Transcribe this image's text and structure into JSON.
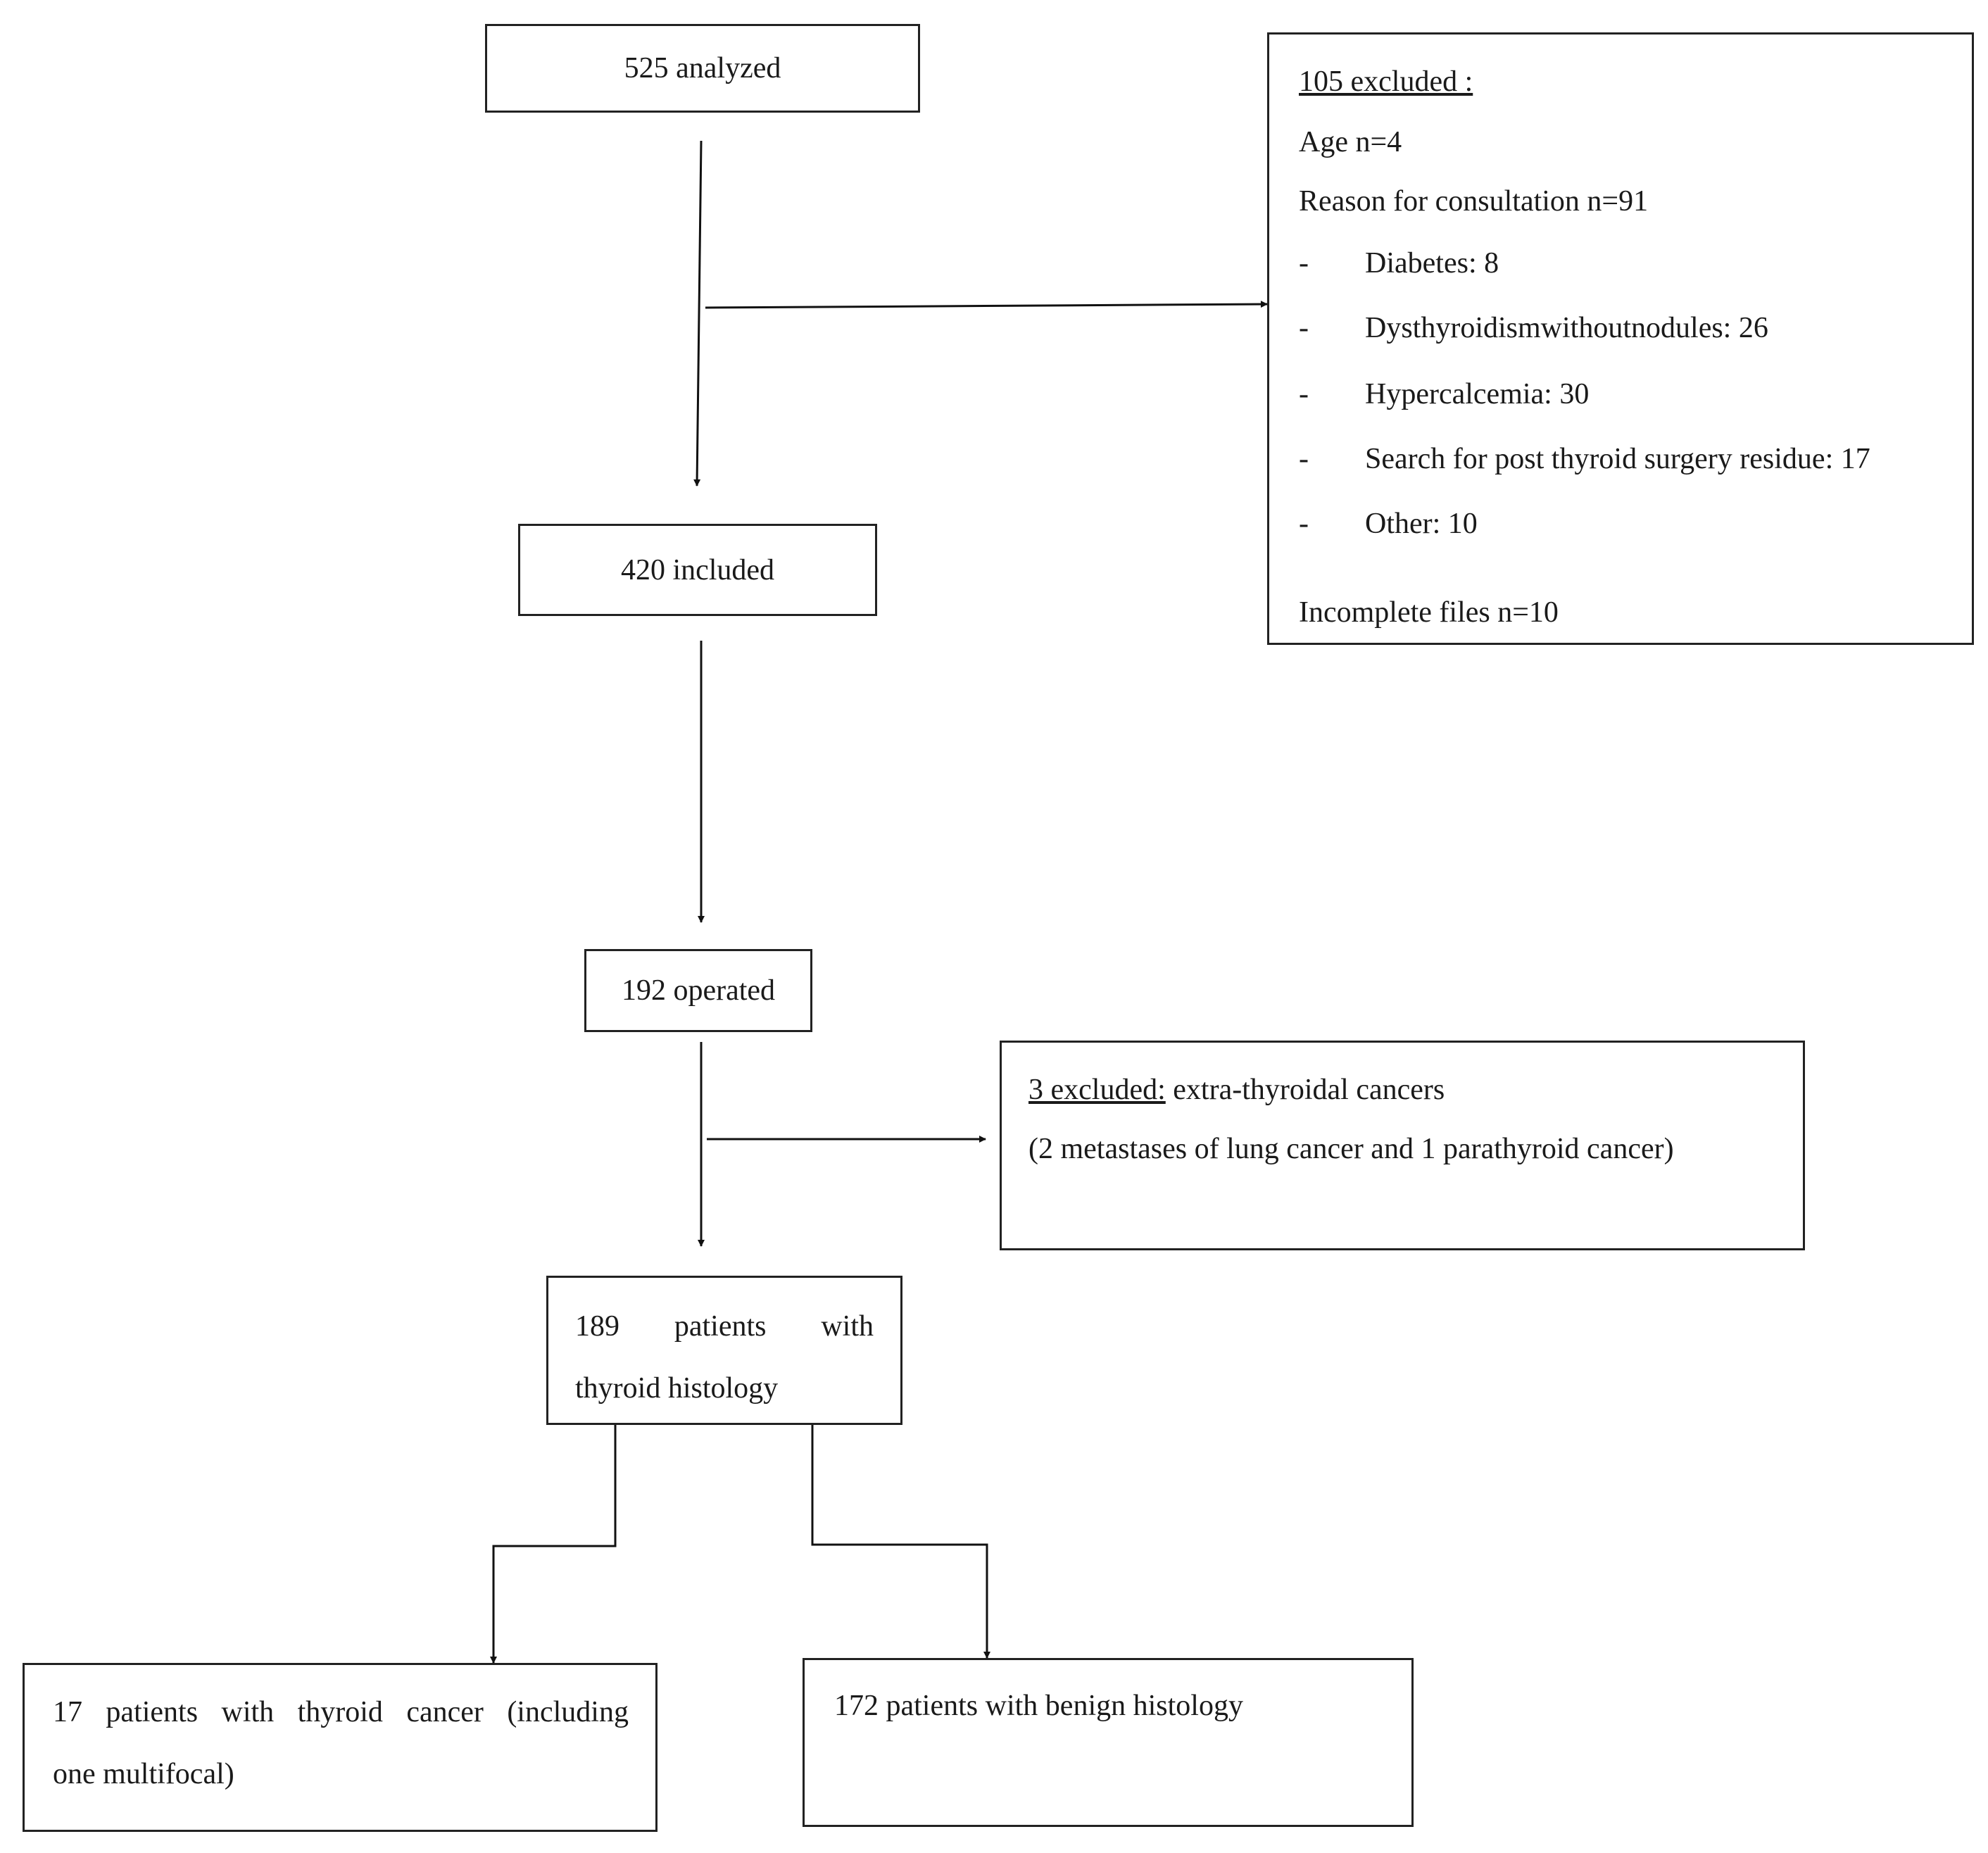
{
  "nodes": {
    "analyzed": "525 analyzed",
    "included": "420 included",
    "operated": "192 operated",
    "histology_line1": [
      "189",
      "patients",
      "with"
    ],
    "histology_line2": "thyroid histology",
    "cancer_line1": [
      "17",
      "patients",
      "with",
      "thyroid",
      "cancer",
      "(including"
    ],
    "cancer_line2": "one multifocal)",
    "benign": "172 patients with benign histology"
  },
  "exclusion1": {
    "heading": "105 excluded :",
    "age": "Age n=4",
    "reason": "Reason for consultation n=91",
    "bullet": "-",
    "items": [
      "Diabetes: 8",
      "Dysthyroidismwithoutnodules: 26",
      "Hypercalcemia: 30",
      "Search for post thyroid surgery residue: 17",
      "Other: 10"
    ],
    "incomplete": "Incomplete files n=10"
  },
  "exclusion2": {
    "heading": "3 excluded:",
    "heading_rest": " extra-thyroidal cancers",
    "detail": "(2 metastases of lung cancer and 1 parathyroid cancer)"
  }
}
